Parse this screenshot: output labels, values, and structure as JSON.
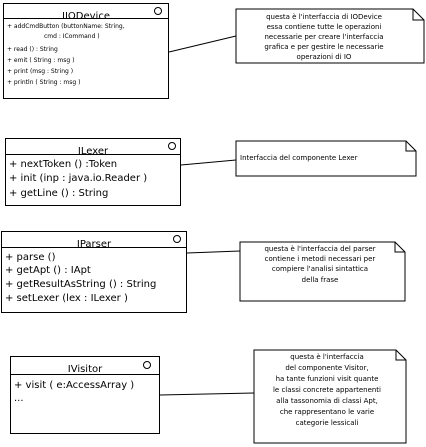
{
  "classes": [
    {
      "name": "IIODevice",
      "operations": [
        "+ addCmdButton (buttonName: String,",
        "cmd : ICommand )",
        "+ read () : String",
        "+ emit ( String : msg )",
        "+ print (msg : String )",
        "+ println ( String :  msg )"
      ],
      "note": [
        "questa è l'interfaccia di IODevice",
        "essa contiene tutte le operazioni",
        "necessarie per creare l'interfaccia",
        "grafica e per gestire le necessarie",
        "operazioni di IO"
      ]
    },
    {
      "name": "ILexer",
      "operations": [
        "+ nextToken () :Token",
        "+ init (inp : java.io.Reader )",
        "+ getLine () : String"
      ],
      "note": [
        "Interfaccia del componente Lexer"
      ]
    },
    {
      "name": "IParser",
      "operations": [
        "+ parse ()",
        "+ getApt () : IApt",
        "+ getResultAsString () : String",
        "+ setLexer (lex : ILexer )"
      ],
      "note": [
        "questa è l'interfaccia del parser",
        "contiene i metodi necessari per",
        "compiere l'analisi sintattica",
        "della frase"
      ]
    },
    {
      "name": "IVisitor",
      "operations": [
        "+ visit ( e:AccessArray )",
        "..."
      ],
      "note": [
        "questa è l'interfaccia",
        "del componente Visitor,",
        "ha tante funzioni visit quante",
        "le classi concrete appartenenti",
        "alla tassonomia di classi Apt,",
        "che rappresentano le varie",
        "categorie lessicali"
      ]
    }
  ]
}
